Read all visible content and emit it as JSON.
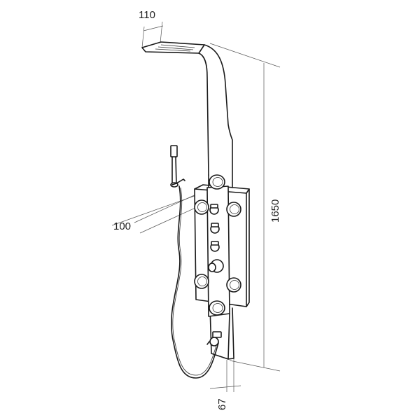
{
  "dimensions": {
    "head_width": "110",
    "height": "1650",
    "depth": "100",
    "base_depth": "67"
  }
}
